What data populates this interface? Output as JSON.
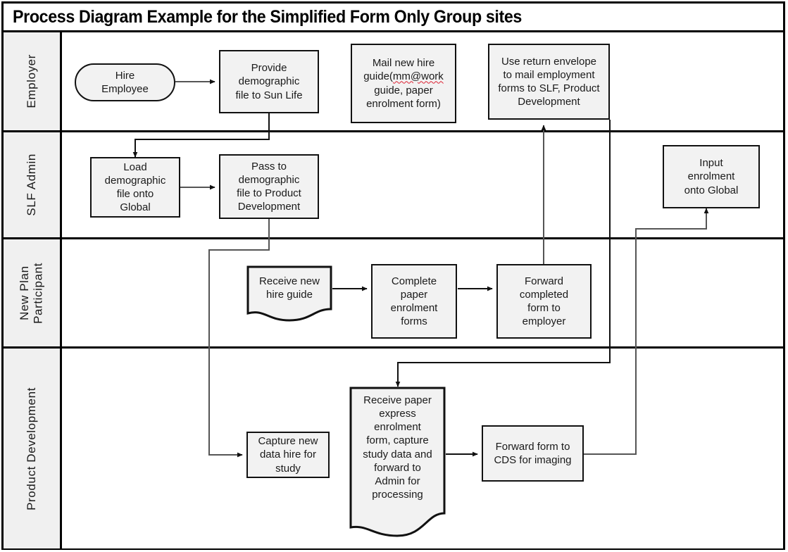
{
  "title": "Process Diagram Example for the Simplified Form Only Group sites",
  "lanes": [
    {
      "id": "employer",
      "label": "Employer"
    },
    {
      "id": "slf-admin",
      "label": "SLF Admin"
    },
    {
      "id": "new-plan-participant",
      "label": "New Plan\nParticipant"
    },
    {
      "id": "product-development",
      "label": "Product Development"
    }
  ],
  "nodes": {
    "hire_employee": "Hire\nEmployee",
    "provide_demographic": "Provide\ndemographic\nfile to Sun Life",
    "mail_new_hire_guide_a": "Mail new hire",
    "mail_new_hire_guide_b": "guide(",
    "mail_new_hire_guide_misspelled": "mm@work",
    "mail_new_hire_guide_c": "guide, paper\nenrolment form)",
    "use_return_envelope": "Use return envelope\nto mail employment\nforms to SLF, Product\nDevelopment",
    "load_demographic": "Load\ndemographic\nfile onto\nGlobal",
    "pass_to_demographic": "Pass to\ndemographic\nfile to Product\nDevelopment",
    "input_enrolment": "Input\nenrolment\nonto Global",
    "receive_new_hire_guide": "Receive  new\nhire guide",
    "complete_paper_enrolment": "Complete\npaper\nenrolment\nforms",
    "forward_completed_form": "Forward\ncompleted\nform to\nemployer",
    "capture_new_data": "Capture new\ndata hire for\nstudy",
    "receive_paper_express": "Receive  paper\nexpress\nenrolment\nform, capture\nstudy data and\nforward  to\nAdmin for\nprocessing",
    "forward_form_cds": "Forward form to\nCDS for imaging"
  },
  "colors": {
    "shape_fill": "#f2f2f2",
    "lane_header_fill": "#f0f0f0",
    "border": "#111111",
    "canvas": "#ffffff",
    "connector_dark": "#1a1a1a",
    "connector_gray": "#555555",
    "spellcheck": "#dd2233"
  }
}
